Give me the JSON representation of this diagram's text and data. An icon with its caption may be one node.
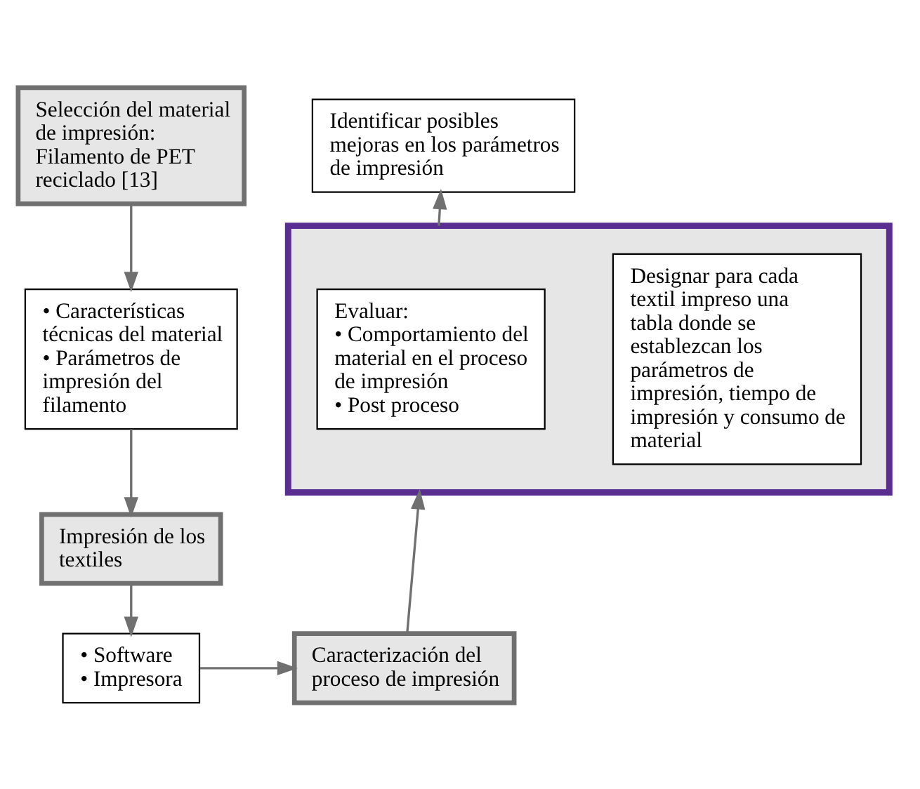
{
  "diagram": {
    "nodes": [
      {
        "text": [
          "Selección del material de impresión:",
          "Filamento de PET reciclado [13]"
        ]
      },
      {
        "text": [
          "• Características técnicas del material",
          "• Parámetros de impresión del filamento"
        ]
      },
      {
        "text": [
          "Impresión de los textiles"
        ]
      },
      {
        "text": [
          "• Software",
          "• Impresora"
        ]
      },
      {
        "text": [
          "Caracterización del proceso de impresión"
        ]
      },
      {
        "text": [],
        "shape": "box"
      },
      {
        "text": [
          "Designar para cada textil impreso una tabla donde se establezcan los parámetros de impresión, tiempo de impresión y consumo de material"
        ],
        "in": 5
      },
      {
        "text": [
          "Evaluar:",
          "• Comportamiento del material en el proceso de impresión",
          "• Post proceso"
        ],
        "in": 5
      },
      {
        "text": [
          "Identificar posibles mejoras en los parámetros de impresión"
        ]
      }
    ],
    "edges": [
      {
        "from": 0,
        "to": 1,
        "arrow": "to"
      },
      {
        "from": 1,
        "to": 2,
        "arrow": "to"
      },
      {
        "from": 2,
        "to": 3,
        "arrow": "to"
      },
      {
        "from": 3,
        "to": 4,
        "arrow": "to"
      },
      {
        "from": 4,
        "to": 5,
        "arrow": "to"
      },
      {
        "from": 5,
        "to": 8,
        "arrow": "to"
      }
    ]
  }
}
